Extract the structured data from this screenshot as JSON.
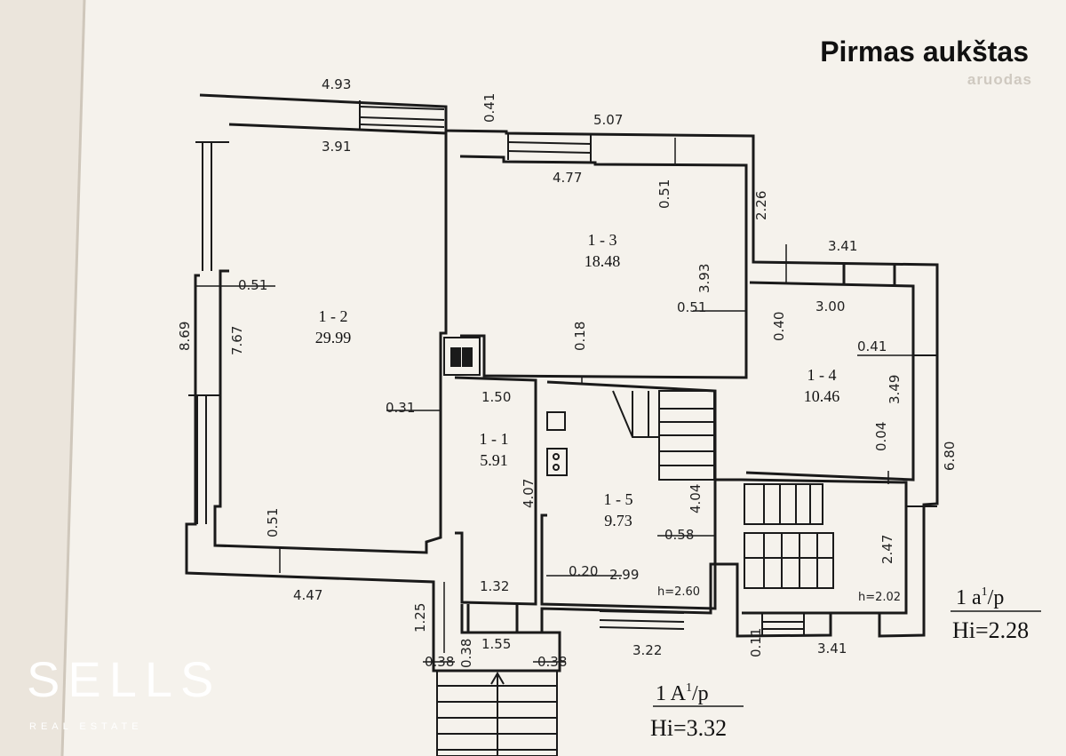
{
  "header": {
    "floor_title": "Pirmas aukštas",
    "watermark": "aruodas"
  },
  "brand": {
    "name": "SELLS",
    "tagline": "REAL ESTATE"
  },
  "rooms": [
    {
      "id": "1 - 1",
      "area": "5.91"
    },
    {
      "id": "1 - 2",
      "area": "29.99"
    },
    {
      "id": "1 - 3",
      "area": "18.48"
    },
    {
      "id": "1 - 4",
      "area": "10.46"
    },
    {
      "id": "1 - 5",
      "area": "9.73"
    }
  ],
  "dimensions": [
    "4.93",
    "3.91",
    "0.41",
    "5.07",
    "4.77",
    "0.51",
    "2.26",
    "3.41",
    "3.00",
    "0.40",
    "0.41",
    "3.49",
    "3.93",
    "0.51",
    "0.18",
    "0.51",
    "8.69",
    "7.67",
    "0.31",
    "1.50",
    "0.04",
    "6.80",
    "4.07",
    "4.04",
    "0.58",
    "0.51",
    "4.47",
    "1.32",
    "0.20",
    "2.99",
    "2.47",
    "1.25",
    "1.55",
    "0.38",
    "0.38",
    "0.38",
    "3.22",
    "0.11",
    "3.41"
  ],
  "heights": {
    "h1": "h=2.60",
    "h2": "h=2.02"
  },
  "legend_attic": {
    "label_main": "1 a",
    "label_sup": "1",
    "label_end": "/p",
    "hi": "Hi=2.28"
  },
  "legend_first": {
    "label_main": "1 A",
    "label_sup": "1",
    "label_end": "/p",
    "hi": "Hi=3.32"
  },
  "colors": {
    "paper": "#f6f3ee",
    "line": "#1a1a1a",
    "brand": "#ffffff"
  }
}
